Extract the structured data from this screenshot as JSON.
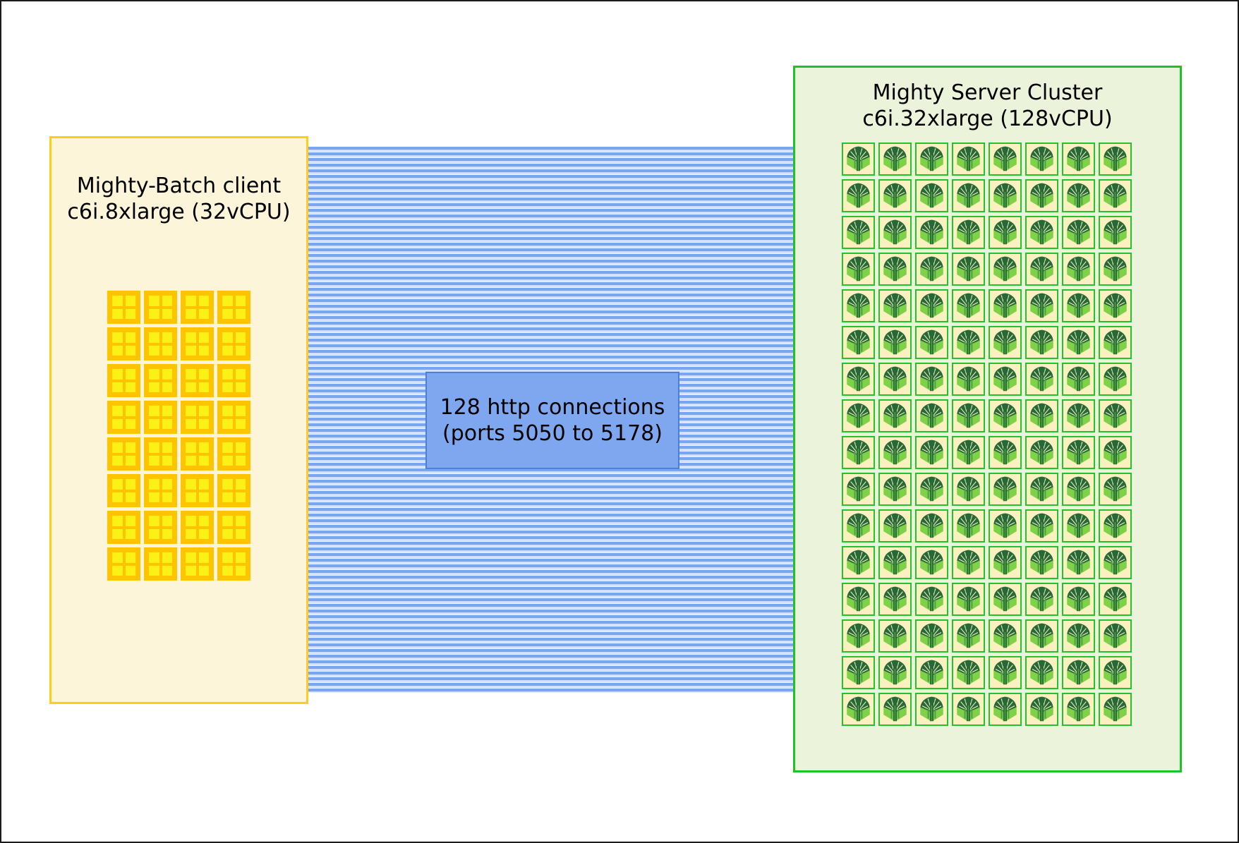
{
  "colors": {
    "canvas-border": "#1a1a1a",
    "client-fill": "#FCF5DA",
    "client-border": "#FFCE1B",
    "cpu-body": "#FFC400",
    "cpu-cell": "#FBF116",
    "stripe-blue": "#7CA5EF",
    "stripe-pale": "#C7DAF8",
    "label-fill": "#7FA7EF",
    "label-border": "#4D7ED8",
    "label-text": "#000000",
    "server-fill": "#EBF3DB",
    "server-border": "#1EC327",
    "tile-bg": "#FAF0C0",
    "tile-border": "#22C32E",
    "tree-dark": "#266937",
    "tree-mid": "#4E9E47",
    "tree-light": "#7FD147"
  },
  "client_box": {
    "title_line1": "Mighty-Batch client",
    "title_line2": "c6i.8xlarge (32vCPU)",
    "cpu_count": 32,
    "grid": {
      "cols": 4,
      "rows": 8
    }
  },
  "connections": {
    "label_line1": "128 http connections",
    "label_line2": "(ports 5050 to 5178)",
    "count": 128
  },
  "server_box": {
    "title_line1": "Mighty Server Cluster",
    "title_line2": "c6i.32xlarge (128vCPU)",
    "vcpu_count": 128,
    "grid": {
      "cols": 8,
      "rows": 16
    }
  }
}
